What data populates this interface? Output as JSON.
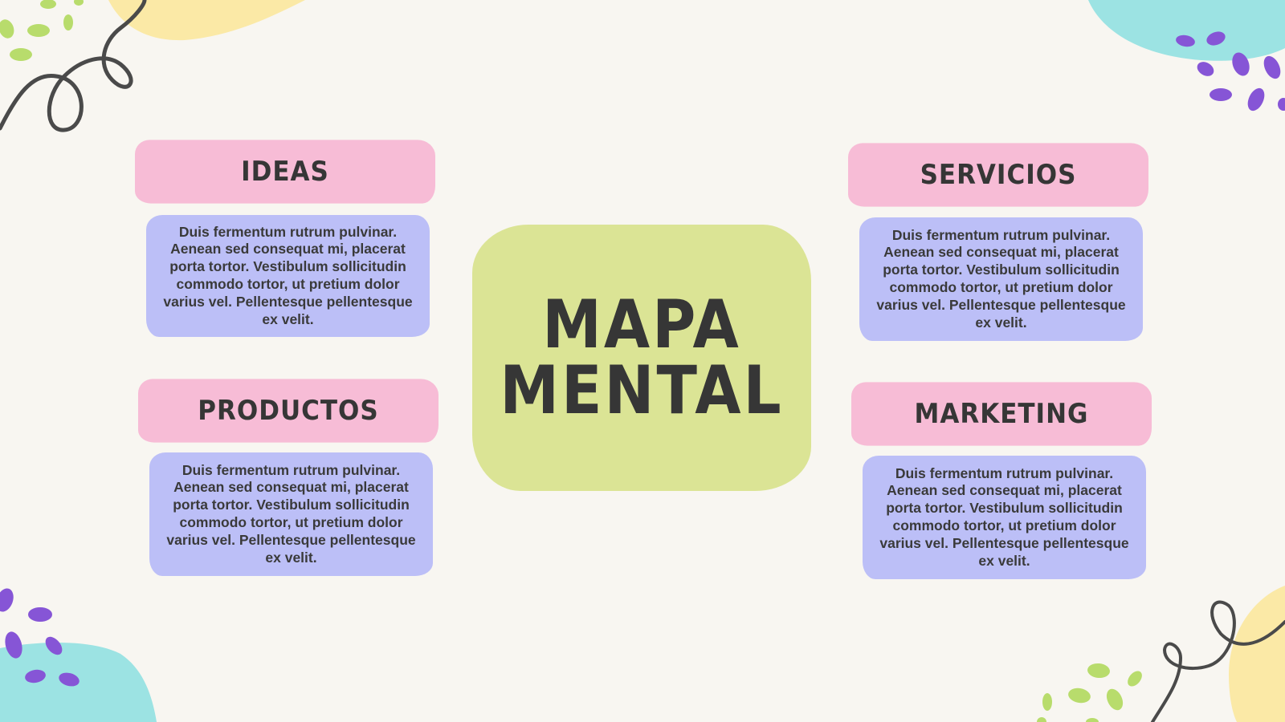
{
  "diagram": {
    "center": {
      "line1": "MAPA",
      "line2": "MENTAL"
    },
    "branches": [
      {
        "title": "IDEAS",
        "text": "Duis fermentum rutrum pulvinar. Aenean sed consequat mi, placerat porta tortor. Vestibulum sollicitudin commodo tortor, ut pretium dolor varius vel. Pellentesque pellentesque ex velit."
      },
      {
        "title": "PRODUCTOS",
        "text": "Duis fermentum rutrum pulvinar. Aenean sed consequat mi, placerat porta tortor. Vestibulum sollicitudin commodo tortor, ut pretium dolor varius vel. Pellentesque pellentesque ex velit."
      },
      {
        "title": "SERVICIOS",
        "text": "Duis fermentum rutrum pulvinar. Aenean sed consequat mi, placerat porta tortor. Vestibulum sollicitudin commodo tortor, ut pretium dolor varius vel. Pellentesque pellentesque ex velit."
      },
      {
        "title": "MARKETING",
        "text": "Duis fermentum rutrum pulvinar. Aenean sed consequat mi, placerat porta tortor. Vestibulum sollicitudin commodo tortor, ut pretium dolor varius vel. Pellentesque pellentesque ex velit."
      }
    ]
  },
  "colors": {
    "background": "#f8f6f1",
    "header_pink": "#f7bcd6",
    "box_lavender": "#bcbff7",
    "center_green": "#dbe495",
    "text_dark": "#363636",
    "blob_yellow": "#fbe9a6",
    "blob_cyan": "#9ce3e3",
    "dots_purple": "#8655d6",
    "dots_green": "#b8dc6c",
    "squiggle": "#4a4a4a"
  }
}
